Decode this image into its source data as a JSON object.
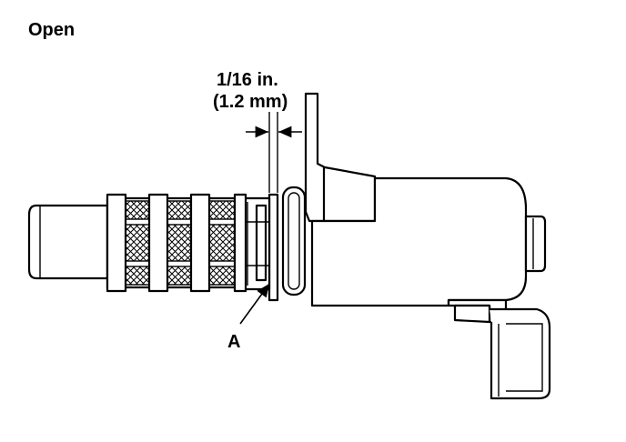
{
  "title": "Open",
  "dimension": {
    "imperial": "1/16 in.",
    "metric": "(1.2 mm)"
  },
  "callout_a": "A",
  "colors": {
    "ink": "#000000",
    "paper": "#ffffff"
  }
}
